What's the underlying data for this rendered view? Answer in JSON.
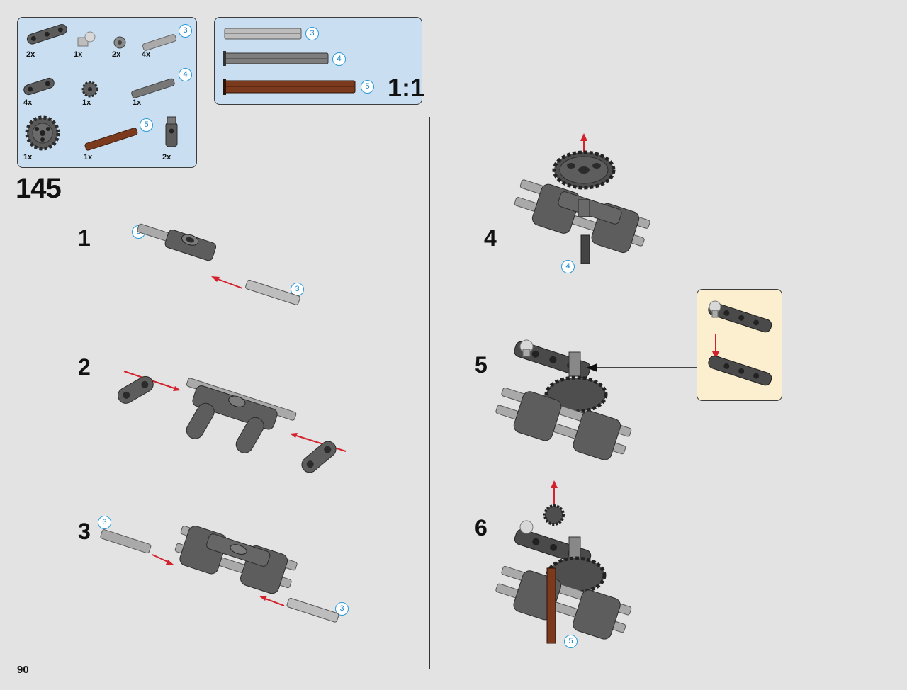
{
  "page": {
    "number": "90",
    "step": "145"
  },
  "parts_list": {
    "items": [
      {
        "name": "beam-3-icon",
        "qty": "2x"
      },
      {
        "name": "ball-pin-icon",
        "qty": "1x"
      },
      {
        "name": "bush-icon",
        "qty": "2x"
      },
      {
        "name": "axle-3-icon",
        "qty": "4x",
        "callout": "3"
      },
      {
        "name": "beam-2-icon",
        "qty": "4x"
      },
      {
        "name": "gear-8-icon",
        "qty": "1x"
      },
      {
        "name": "axle-4-icon",
        "qty": "1x",
        "callout": "4"
      },
      {
        "name": "gear-24-icon",
        "qty": "1x"
      },
      {
        "name": "axle-5-brown-icon",
        "qty": "1x",
        "callout": "5"
      },
      {
        "name": "connector-icon",
        "qty": "2x"
      }
    ]
  },
  "scale_box": {
    "label": "1:1",
    "axles": [
      {
        "callout": "3"
      },
      {
        "callout": "4"
      },
      {
        "callout": "5"
      }
    ]
  },
  "substeps": [
    {
      "number": "1",
      "callouts": [
        "3",
        "3"
      ]
    },
    {
      "number": "2"
    },
    {
      "number": "3",
      "callouts": [
        "3",
        "3"
      ]
    },
    {
      "number": "4",
      "callouts": [
        "4"
      ]
    },
    {
      "number": "5"
    },
    {
      "number": "6",
      "callouts": [
        "5"
      ]
    }
  ],
  "colors": {
    "panel_blue": "#c9dff1",
    "callout_blue": "#2a9bd8",
    "arrow_red": "#d3212d",
    "sub_panel": "#fbefd0",
    "axle_brown": "#7b3a1e",
    "part_gray": "#5f5f5f"
  }
}
